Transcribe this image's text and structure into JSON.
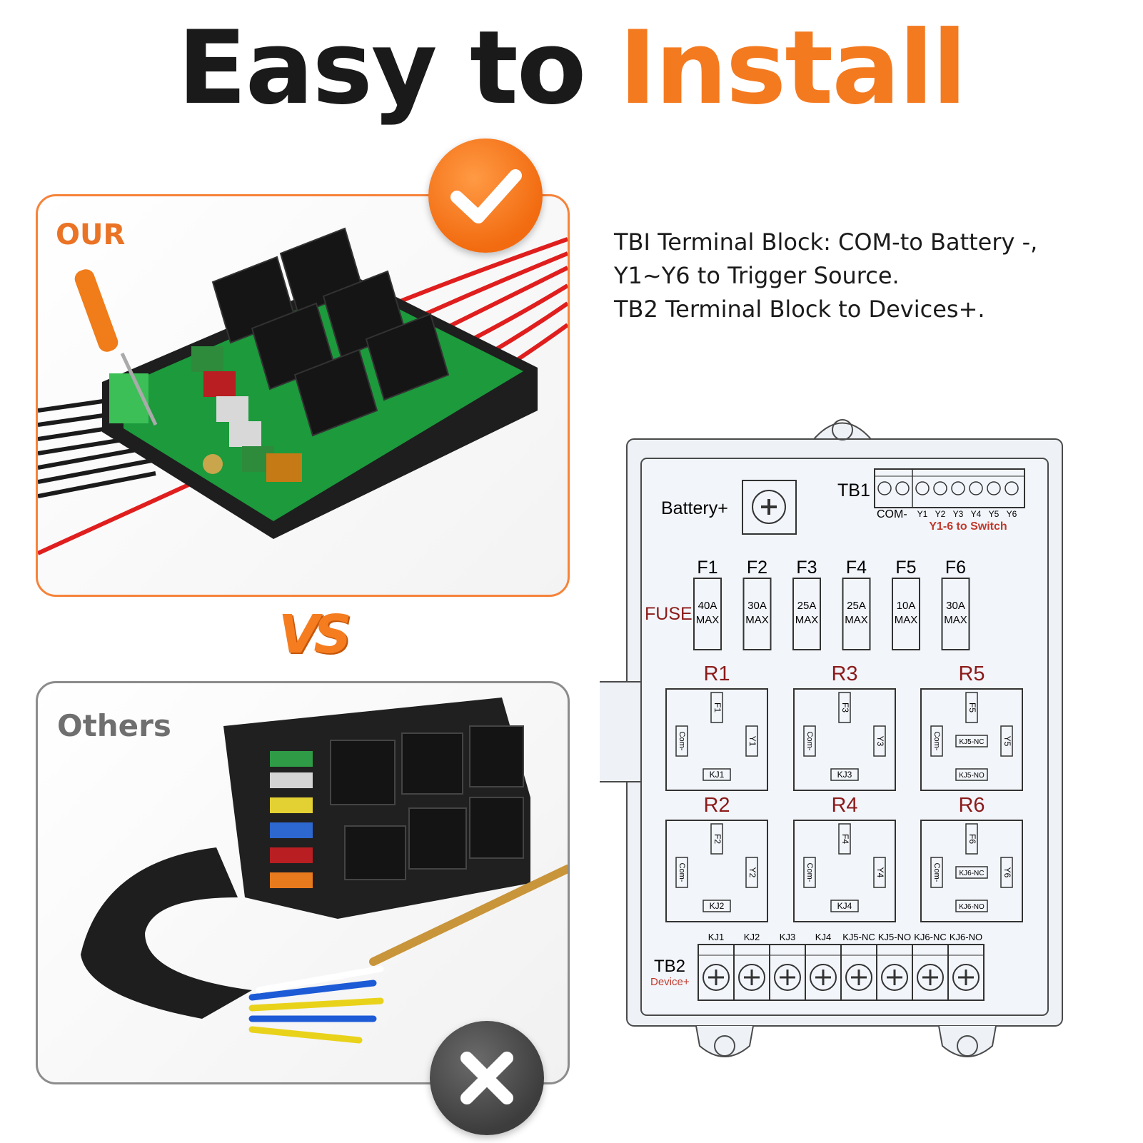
{
  "headline": {
    "part1": "Easy to ",
    "part2": "Install"
  },
  "colors": {
    "accent": "#f47a20",
    "relay_label": "#8b1a1a",
    "switch_label": "#c0392b"
  },
  "comparison": {
    "ours": {
      "label": "OUR",
      "badge_icon": "checkmark-icon"
    },
    "versus": "VS",
    "others": {
      "label": "Others",
      "badge_icon": "cross-icon"
    }
  },
  "instructions": [
    "TBI Terminal Block: COM-to Battery -,",
    "Y1~Y6 to Trigger Source.",
    "TB2 Terminal Block to Devices+."
  ],
  "diagram": {
    "battery_label": "Battery+",
    "tb1": {
      "label": "TB1",
      "com": "COM-",
      "terminals": [
        "Y1",
        "Y2",
        "Y3",
        "Y4",
        "Y5",
        "Y6"
      ],
      "note": "Y1-6 to Switch"
    },
    "fuse_label": "FUSE",
    "fuses": [
      {
        "name": "F1",
        "rating": "40A",
        "max": "MAX"
      },
      {
        "name": "F2",
        "rating": "30A",
        "max": "MAX"
      },
      {
        "name": "F3",
        "rating": "25A",
        "max": "MAX"
      },
      {
        "name": "F4",
        "rating": "25A",
        "max": "MAX"
      },
      {
        "name": "F5",
        "rating": "10A",
        "max": "MAX"
      },
      {
        "name": "F6",
        "rating": "30A",
        "max": "MAX"
      }
    ],
    "relays": [
      {
        "name": "R1",
        "fuse": "F1",
        "com": "Com-",
        "trigger": "Y1",
        "bottom": "KJ1"
      },
      {
        "name": "R3",
        "fuse": "F3",
        "com": "Com-",
        "trigger": "Y3",
        "bottom": "KJ3"
      },
      {
        "name": "R5",
        "fuse": "F5",
        "com": "Com-",
        "trigger": "Y5",
        "bottom": "KJ5-NO",
        "extra": "KJ5-NC"
      },
      {
        "name": "R2",
        "fuse": "F2",
        "com": "Com-",
        "trigger": "Y2",
        "bottom": "KJ2"
      },
      {
        "name": "R4",
        "fuse": "F4",
        "com": "Com-",
        "trigger": "Y4",
        "bottom": "KJ4"
      },
      {
        "name": "R6",
        "fuse": "F6",
        "com": "Com-",
        "trigger": "Y6",
        "bottom": "KJ6-NO",
        "extra": "KJ6-NC"
      }
    ],
    "tb2": {
      "label": "TB2",
      "sub": "Device+",
      "terminals": [
        "KJ1",
        "KJ2",
        "KJ3",
        "KJ4",
        "KJ5-NC",
        "KJ5-NO",
        "KJ6-NC",
        "KJ6-NO"
      ]
    }
  }
}
